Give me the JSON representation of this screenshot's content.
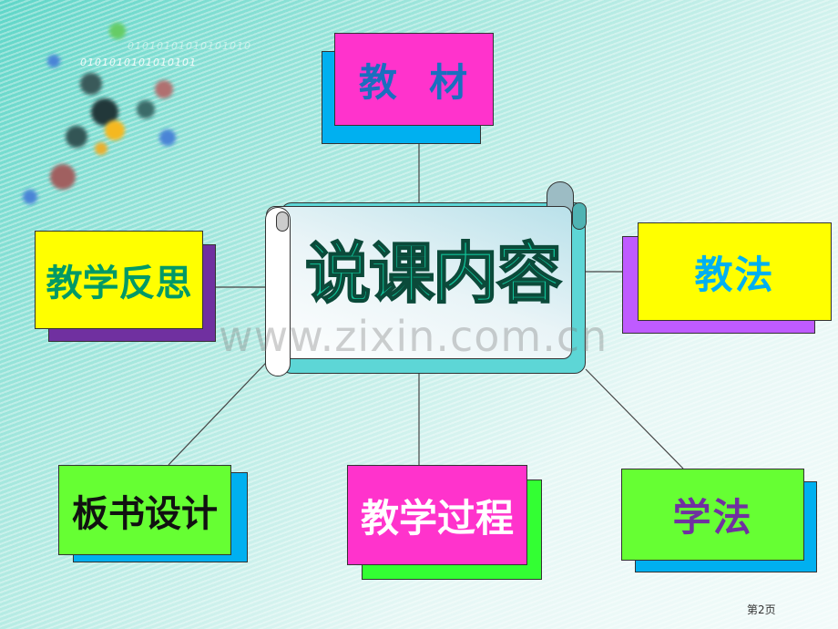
{
  "slide": {
    "title": "说课内容",
    "watermark": "www.zixin.com.cn",
    "binary_text": "0101010101010101",
    "binary_text_2": "01010101010101010",
    "page_number": "第2页"
  },
  "nodes": {
    "textbook": {
      "label": "教  材",
      "fill": "#ff33cc",
      "shadow": "#00b0f0",
      "text_color": "#1a6fbf"
    },
    "teaching_method": {
      "label": "教法",
      "fill": "#ffff00",
      "shadow": "#bf5bff",
      "text_color": "#00b0f0"
    },
    "reflection": {
      "label": "教学反思",
      "fill": "#ffff00",
      "shadow": "#7030a0",
      "text_color": "#009966"
    },
    "board_design": {
      "label": "板书设计",
      "fill": "#66ff33",
      "shadow": "#00b0f0",
      "text_color": "#111111"
    },
    "process": {
      "label": "教学过程",
      "fill": "#ff33cc",
      "shadow": "#33ff33",
      "text_color": "#ffffff"
    },
    "learning_method": {
      "label": "学法",
      "fill": "#66ff33",
      "shadow": "#00b0f0",
      "text_color": "#7030a0"
    }
  }
}
